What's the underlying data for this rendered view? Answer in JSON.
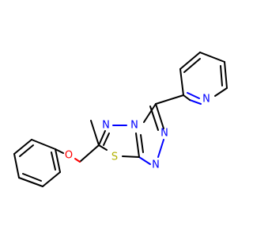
{
  "molecule": {
    "atoms": {
      "pyridine_n": {
        "symbol": "N",
        "color": "#0000ff"
      },
      "triazole_n1": {
        "symbol": "N",
        "color": "#0000ff"
      },
      "triazole_n2": {
        "symbol": "N",
        "color": "#0000ff"
      },
      "bridge_n": {
        "symbol": "N",
        "color": "#0000ff"
      },
      "thiadiazole_n": {
        "symbol": "N",
        "color": "#0000ff"
      },
      "sulfur": {
        "symbol": "S",
        "color": "#b2b200"
      },
      "oxygen": {
        "symbol": "O",
        "color": "#ff0000"
      }
    }
  }
}
